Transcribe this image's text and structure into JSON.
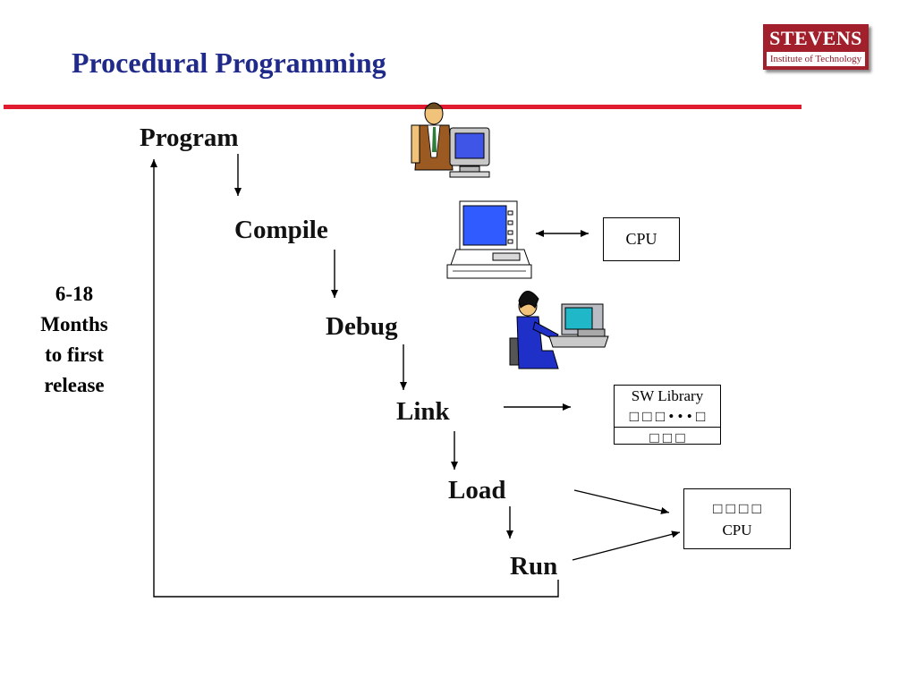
{
  "slide": {
    "title": "Procedural Programming",
    "logo": {
      "line1": "STEVENS",
      "line2": "Institute of Technology"
    },
    "colors": {
      "title": "#1f2a8a",
      "rule": "#e01b2f",
      "logo": "#a21f2c"
    }
  },
  "steps": {
    "program": "Program",
    "compile": "Compile",
    "debug": "Debug",
    "link": "Link",
    "load": "Load",
    "run": "Run"
  },
  "side_note": {
    "line1": "6-18",
    "line2": "Months",
    "line3": "to first",
    "line4": "release"
  },
  "boxes": {
    "cpu_top": "CPU",
    "sw_library": {
      "title": "SW Library",
      "row1": "□ □ □ • • • □",
      "row2": "□ □ □"
    },
    "cpu_bottom": {
      "row1": "□ □ □ □",
      "row2": "CPU"
    }
  },
  "icons": {
    "man_at_monitor": "businessman-with-computer-icon",
    "computer": "desktop-computer-icon",
    "woman_at_computer": "woman-typing-at-computer-icon"
  }
}
